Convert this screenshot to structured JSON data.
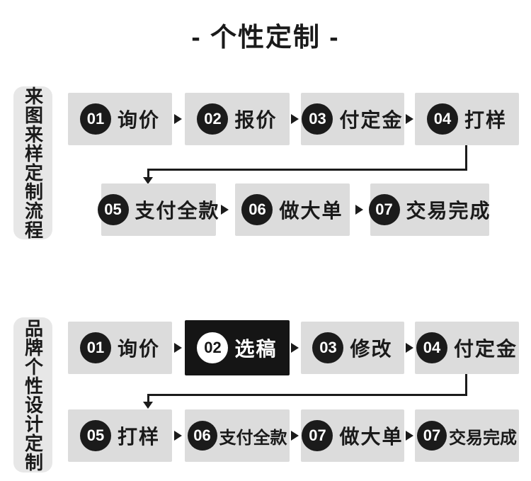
{
  "title": "- 个性定制 -",
  "colors": {
    "background": "#ffffff",
    "box_gray": "#dcdcdc",
    "label_gray": "#e7e7e7",
    "dark": "#1b1b1b",
    "highlight_box": "#151515",
    "text_dark": "#1a1a1a",
    "text_light": "#ffffff"
  },
  "sections": [
    {
      "label": "来图来样定制流程",
      "rows": [
        {
          "steps": [
            {
              "num": "01",
              "text": "询价"
            },
            {
              "num": "02",
              "text": "报价"
            },
            {
              "num": "03",
              "text": "付定金"
            },
            {
              "num": "04",
              "text": "打样"
            }
          ]
        },
        {
          "steps": [
            {
              "num": "05",
              "text": "支付全款"
            },
            {
              "num": "06",
              "text": "做大单"
            },
            {
              "num": "07",
              "text": "交易完成"
            }
          ]
        }
      ]
    },
    {
      "label": "品牌个性设计定制",
      "rows": [
        {
          "steps": [
            {
              "num": "01",
              "text": "询价"
            },
            {
              "num": "02",
              "text": "选稿",
              "highlighted": true
            },
            {
              "num": "03",
              "text": "修改"
            },
            {
              "num": "04",
              "text": "付定金"
            }
          ]
        },
        {
          "steps": [
            {
              "num": "05",
              "text": "打样"
            },
            {
              "num": "06",
              "text": "支付全款"
            },
            {
              "num": "07",
              "text": "做大单"
            },
            {
              "num": "07",
              "text": "交易完成"
            }
          ]
        }
      ]
    }
  ]
}
